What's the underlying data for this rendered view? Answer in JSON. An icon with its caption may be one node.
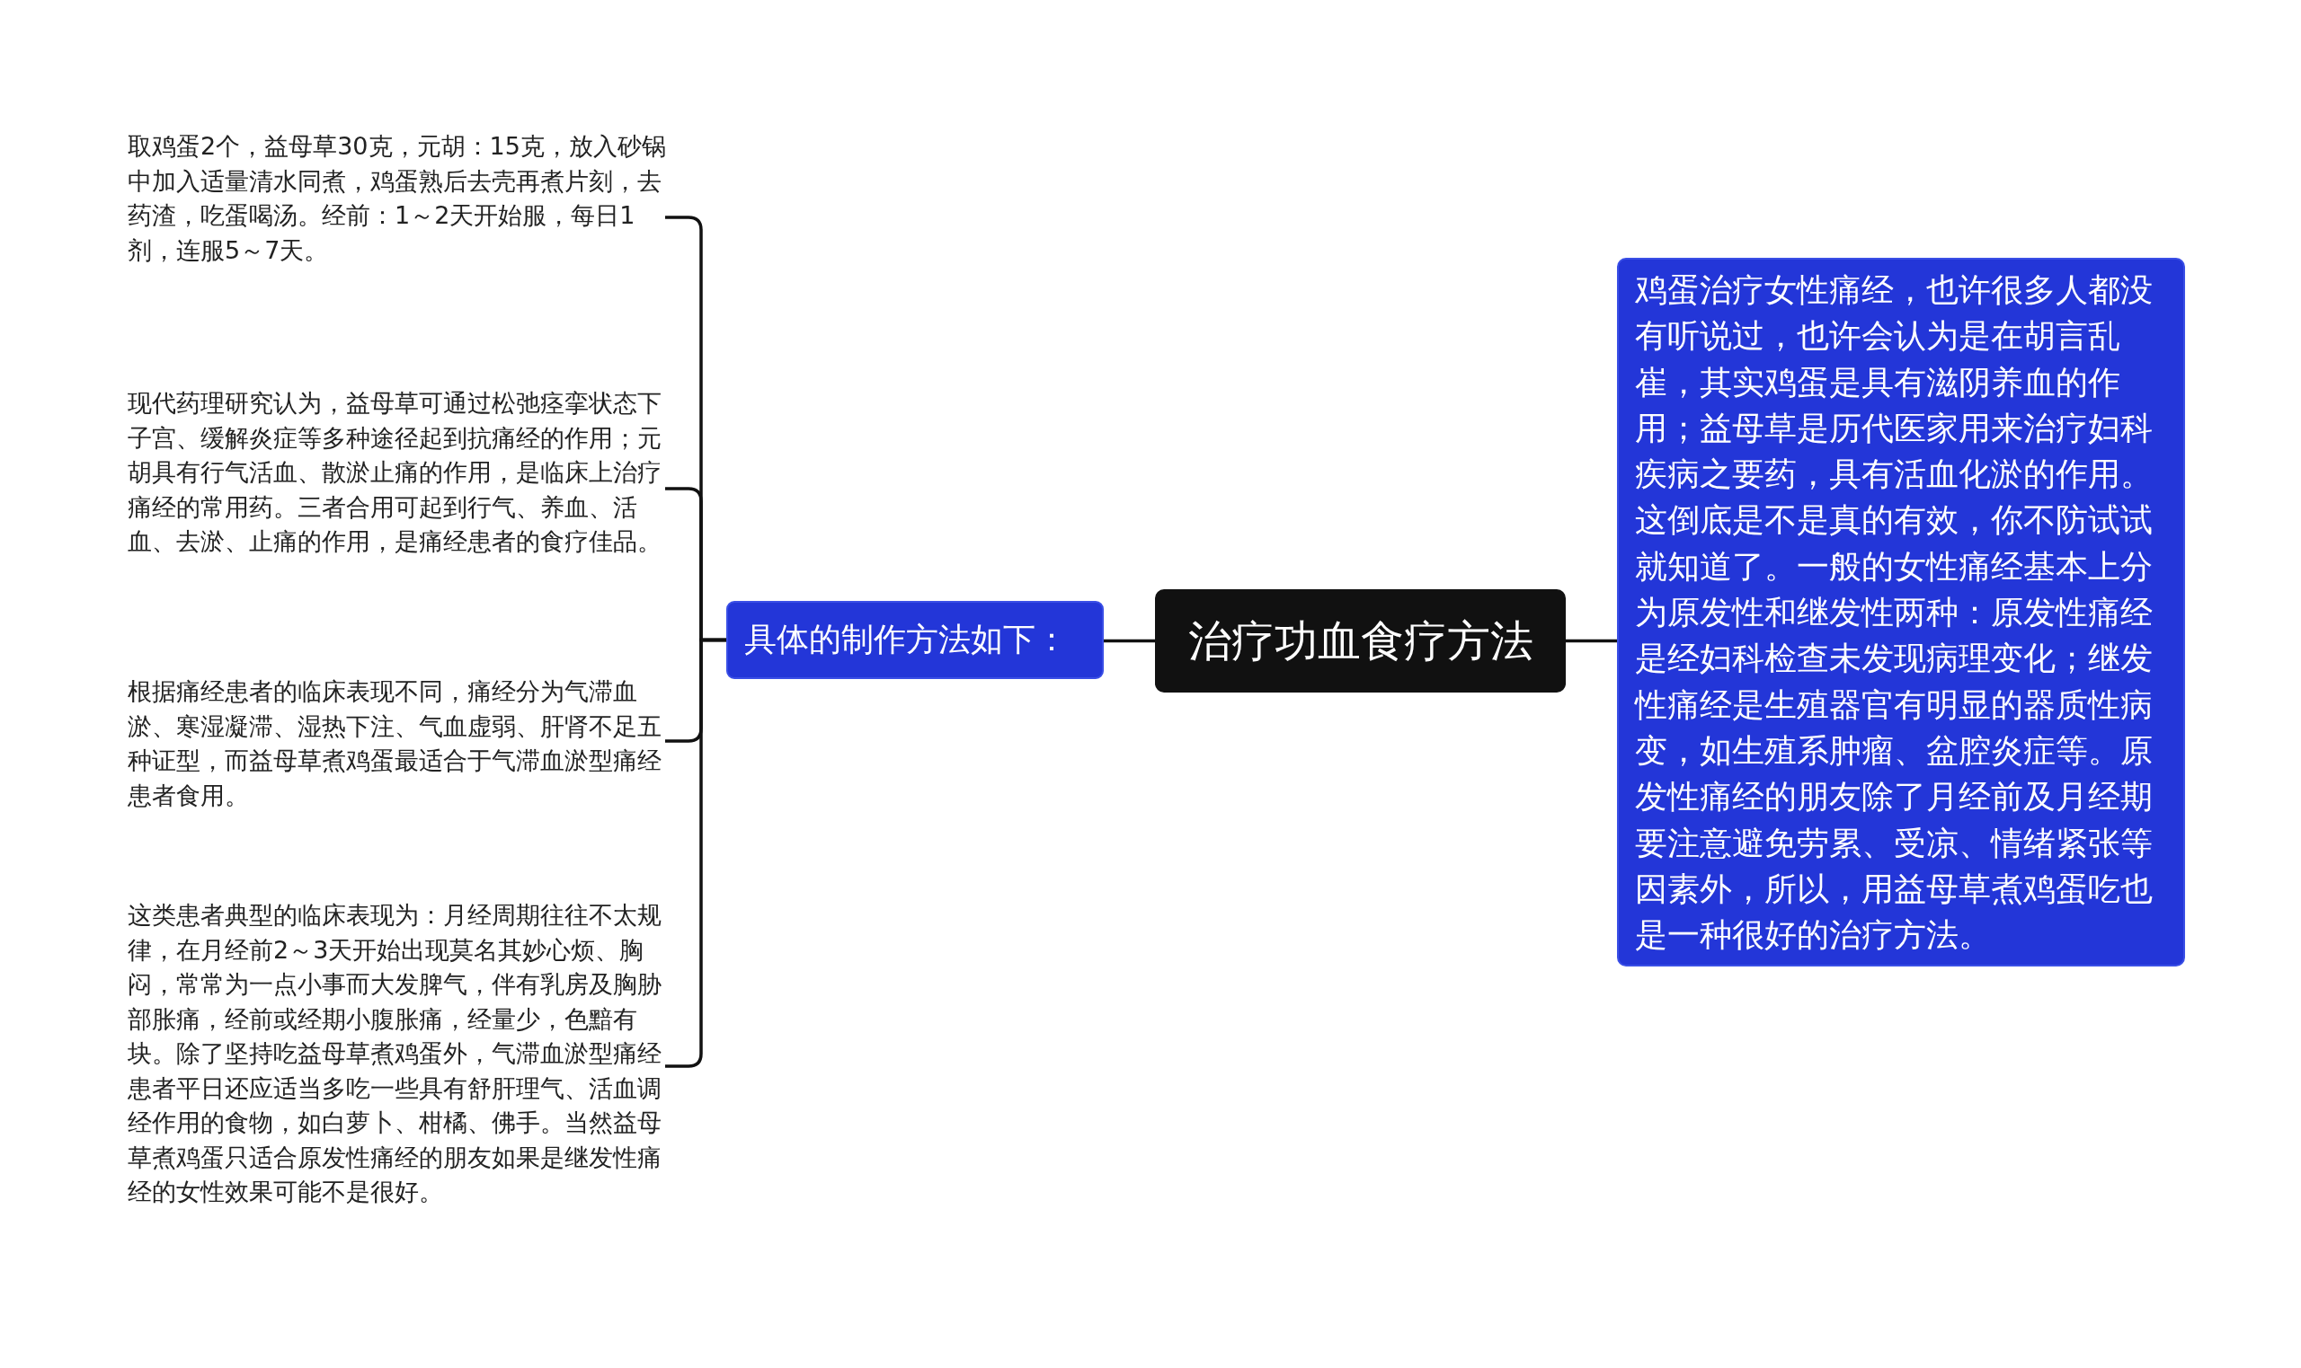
{
  "diagram": {
    "nodes": [
      {
        "text": [
          "治疗功血食疗方法"
        ]
      },
      {
        "text": [
          "具体的制作方法如下："
        ]
      },
      {
        "text": [
          "取鸡蛋2个，益母草30克，元胡：15克，放入砂锅中加入适量清水同煮，鸡蛋熟后去壳再煮片刻，去药渣，吃蛋喝汤。经前：1～2天开始服，每日1剂，连服5～7天。"
        ]
      },
      {
        "text": [
          "现代药理研究认为，益母草可通过松弛痉挛状态下子宫、缓解炎症等多种途径起到抗痛经的作用；元胡具有行气活血、散淤止痛的作用，是临床上治疗痛经的常用药。三者合用可起到行气、养血、活血、去淤、止痛的作用，是痛经患者的食疗佳品。"
        ]
      },
      {
        "text": [
          "根据痛经患者的临床表现不同，痛经分为气滞血淤、寒湿凝滞、湿热下注、气血虚弱、肝肾不足五种证型，而益母草煮鸡蛋最适合于气滞血淤型痛经患者食用。"
        ]
      },
      {
        "text": [
          "这类患者典型的临床表现为：月经周期往往不太规律，在月经前2～3天开始出现莫名其妙心烦、胸闷，常常为一点小事而大发脾气，伴有乳房及胸胁部胀痛，经前或经期小腹胀痛，经量少，色黯有块。除了坚持吃益母草煮鸡蛋外，气滞血淤型痛经患者平日还应适当多吃一些具有舒肝理气、活血调经作用的食物，如白萝卜、柑橘、佛手。当然益母草煮鸡蛋只适合原发性痛经的朋友如果是继发性痛经的女性效果可能不是很好。"
        ]
      },
      {
        "text": [
          "鸡蛋治疗女性痛经，也许很多人都没有听说过，也许会认为是在胡言乱崔，其实鸡蛋是具有滋阴养血的作用；益母草是历代医家用来治疗妇科疾病之要药，具有活血化淤的作用。这倒底是不是真的有效，你不防试试就知道了。一般的女性痛经基本上分为原发性和继发性两种：原发性痛经是经妇科检查未发现病理变化；继发性痛经是生殖器官有明显的器质性病变，如生殖系肿瘤、盆腔炎症等。原发性痛经的朋友除了月经前及月经期要注意避免劳累、受凉、情绪紧张等因素外，所以，用益母草煮鸡蛋吃也是一种很好的治疗方法。"
        ]
      }
    ],
    "edges": [
      {
        "from": 0,
        "to": 1,
        "arrow": "none"
      },
      {
        "from": 1,
        "to": 2,
        "arrow": "none"
      },
      {
        "from": 1,
        "to": 3,
        "arrow": "none"
      },
      {
        "from": 1,
        "to": 4,
        "arrow": "none"
      },
      {
        "from": 1,
        "to": 5,
        "arrow": "none"
      },
      {
        "from": 0,
        "to": 6,
        "arrow": "none"
      }
    ]
  }
}
